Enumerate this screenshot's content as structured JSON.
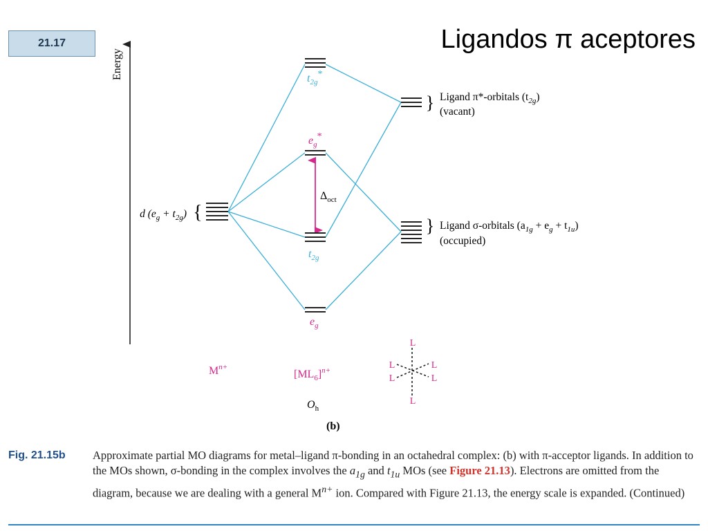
{
  "slide": {
    "badge": "21.17",
    "title": "Ligandos π aceptores"
  },
  "diagram": {
    "axis_label": "Energy",
    "levels": {
      "t2g_star": {
        "sym": "t",
        "sub": "2g",
        "sup": "*"
      },
      "eg_star": {
        "sym": "e",
        "sub": "g",
        "sup": "*"
      },
      "t2g": {
        "sym": "t",
        "sub": "2g"
      },
      "eg": {
        "sym": "e",
        "sub": "g"
      }
    },
    "metal_label": {
      "pre": "d (e",
      "sub1": "g",
      "mid": " + t",
      "sub2": "2g",
      "post": ")"
    },
    "ligand_pi": {
      "line1_pre": "Ligand π*-orbitals (t",
      "line1_sub": "2g",
      "line1_post": ")",
      "line2": "(vacant)"
    },
    "ligand_sigma": {
      "line1_pre": "Ligand σ-orbitals (a",
      "sub1": "1g",
      "mid1": " + e",
      "sub2": "g",
      "mid2": " + t",
      "sub3": "1u",
      "line1_post": ")",
      "line2": "(occupied)"
    },
    "delta": {
      "sym": "Δ",
      "sub": "oct"
    },
    "metal_ion": {
      "base": "M",
      "sup": "n+"
    },
    "complex": {
      "base": "[ML",
      "sub": "6",
      "close": "]",
      "sup": "n+"
    },
    "point_group": {
      "base": "O",
      "sub": "h"
    },
    "ligand_letter": "L",
    "panel_label": "(b)",
    "colors": {
      "connector": "#3aaed8",
      "magenta": "#d6288c",
      "level": "#222222",
      "axis": "#222222"
    }
  },
  "caption": {
    "label": "Fig. 21.15b",
    "t1": "Approximate partial MO diagrams for metal–ligand π-bonding in an octahedral complex: (b) with π-acceptor ligands. In addition to the MOs shown, σ-bonding in the complex involves the ",
    "a": "a",
    "a_sub": "1g",
    "t2": " and ",
    "t": "t",
    "t_sub": "1u",
    "t3": " MOs (see ",
    "ref": "Figure 21.13",
    "t4": "). Electrons are omitted from the diagram, because we are dealing with a general M",
    "sup": "n+",
    "t5": " ion. Compared with Figure 21.13, the energy scale is expanded. (Continued)"
  }
}
